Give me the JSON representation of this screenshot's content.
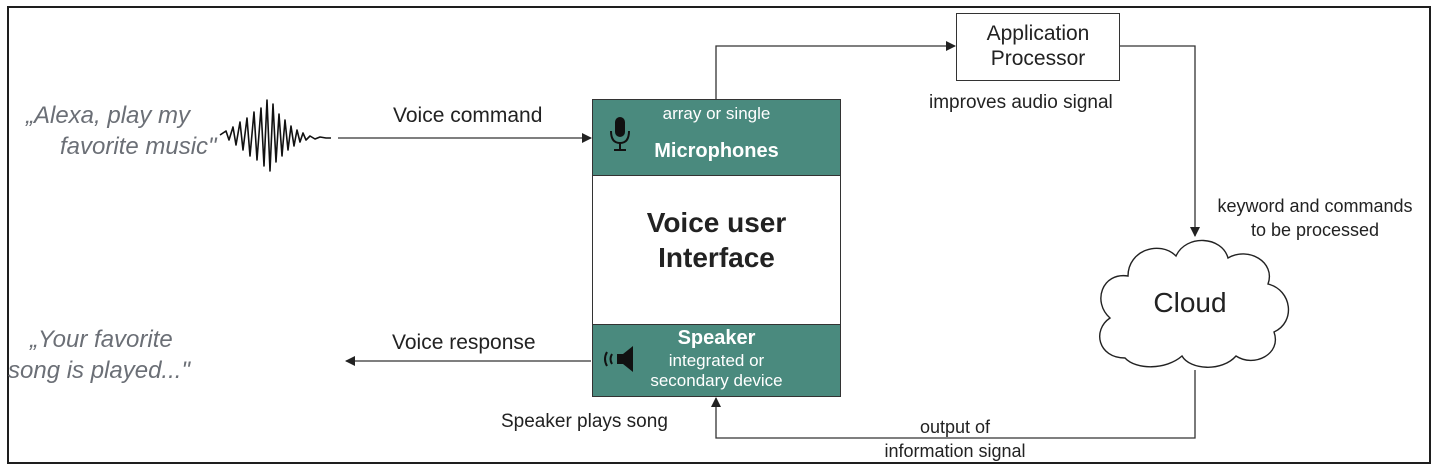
{
  "quotes": {
    "command_line1": "„Alexa, play my",
    "command_line2": "favorite music\"",
    "response_line1": "„Your favorite",
    "response_line2": "song is played...\""
  },
  "labels": {
    "voice_command": "Voice command",
    "voice_response": "Voice response",
    "improves_audio": "improves audio signal",
    "keyword_line1": "keyword and commands",
    "keyword_line2": "to be processed",
    "output_line1": "output of",
    "output_line2": "information signal",
    "speaker_plays": "Speaker plays song"
  },
  "vui": {
    "title_line1": "Voice user",
    "title_line2": "Interface",
    "mic_sub": "array or single",
    "mic_title": "Microphones",
    "speaker_title": "Speaker",
    "speaker_sub1": "integrated or",
    "speaker_sub2": "secondary device"
  },
  "app_processor": {
    "line1": "Application",
    "line2": "Processor"
  },
  "cloud": {
    "label": "Cloud"
  },
  "icons": [
    "sound-wave-icon",
    "microphone-icon",
    "speaker-icon",
    "cloud-icon"
  ],
  "colors": {
    "band": "#4a8a7e",
    "quote": "#6b6f76"
  }
}
